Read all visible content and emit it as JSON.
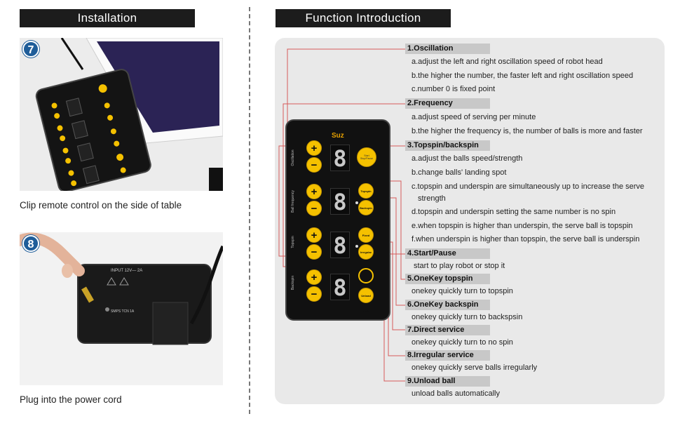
{
  "installation": {
    "title": "Installation",
    "steps": [
      {
        "number": "7",
        "caption": "Clip remote control on the side of table"
      },
      {
        "number": "8",
        "caption": "Plug into the power cord"
      }
    ],
    "power_label": {
      "line1": "INPUT  12V— 2A",
      "line2": "SMPS  TCN 1A"
    }
  },
  "function": {
    "title": "Function Introduction",
    "remote_brand": "Suz",
    "remote_labels": {
      "oscillation": "Oscillation",
      "ball_frequency": "Ball frequency",
      "topspin": "Topspin",
      "backspin": "Backspin",
      "start": "Start Stop/Pause",
      "topspin_btn": "Topspin",
      "backspin_btn": "Backspin",
      "fixed_service": "Fixed service",
      "irregular_service": "Irregular service",
      "unload_ball": "Unload ball"
    },
    "digit": "8",
    "items": [
      {
        "title": "1.Oscillation",
        "lines": [
          "a.adjust the left and right oscillation speed of robot head",
          "b.the higher the number, the faster left and right oscillation speed",
          "c.number 0 is fixed point"
        ]
      },
      {
        "title": "2.Frequency",
        "lines": [
          "a.adjust speed of serving per minute",
          "b.the higher the frequency is, the number of balls is more and faster"
        ]
      },
      {
        "title": "3.Topspin/backspin",
        "lines": [
          "a.adjust the balls speed/strength",
          "b.change balls' landing spot",
          "c.topspin and underspin are simultaneously up to increase the serve",
          "strength",
          "d.topspin and underspin setting the same number is no spin",
          "e.when topspin is higher than underspin, the serve ball is topspin",
          "f.when underspin is higher than topspin, the serve ball is underspin"
        ]
      },
      {
        "title": "4.Start/Pause",
        "lines": [
          "start to play robot or stop it"
        ]
      },
      {
        "title": "5.OneKey topspin",
        "lines": [
          "onekey quickly turn to topspin"
        ]
      },
      {
        "title": "6.OneKey backspin",
        "lines": [
          "onekey quickly turn to backspsin"
        ]
      },
      {
        "title": "7.Direct service",
        "lines": [
          "onekey quickly turn to no spin"
        ]
      },
      {
        "title": "8.Irregular service",
        "lines": [
          "onekey quickly serve balls irregularly"
        ]
      },
      {
        "title": "9.Unload ball",
        "lines": [
          "unload balls automatically"
        ]
      }
    ]
  },
  "colors": {
    "header_bg": "#1c1c1c",
    "accent_button": "#f5c100",
    "connector": "#d65a5a",
    "badge": "#1f5d99"
  }
}
